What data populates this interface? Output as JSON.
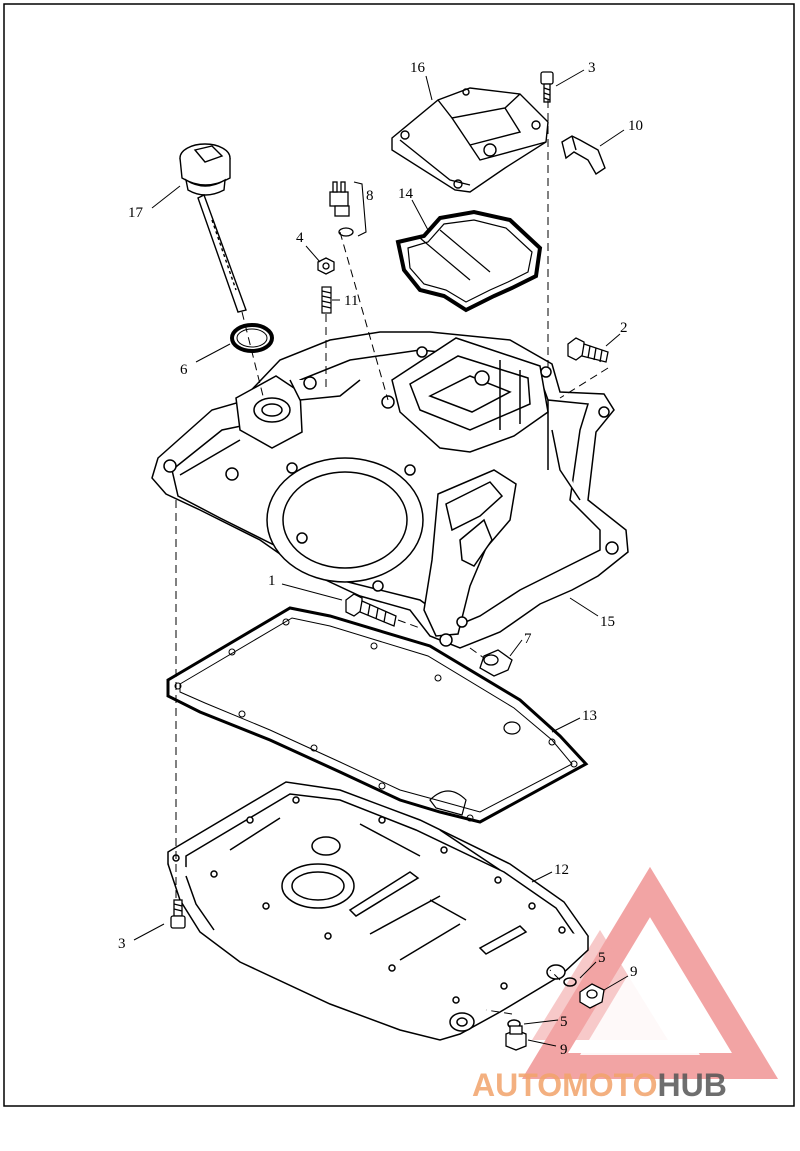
{
  "diagram": {
    "callouts": [
      {
        "id": "c16",
        "text": "16"
      },
      {
        "id": "c3a",
        "text": "3"
      },
      {
        "id": "c10",
        "text": "10"
      },
      {
        "id": "c17",
        "text": "17"
      },
      {
        "id": "c8",
        "text": "8"
      },
      {
        "id": "c14",
        "text": "14"
      },
      {
        "id": "c4",
        "text": "4"
      },
      {
        "id": "c11",
        "text": "11"
      },
      {
        "id": "c2",
        "text": "2"
      },
      {
        "id": "c6",
        "text": "6"
      },
      {
        "id": "c1",
        "text": "1"
      },
      {
        "id": "c15",
        "text": "15"
      },
      {
        "id": "c7",
        "text": "7"
      },
      {
        "id": "c13",
        "text": "13"
      },
      {
        "id": "c12",
        "text": "12"
      },
      {
        "id": "c3b",
        "text": "3"
      },
      {
        "id": "c5a",
        "text": "5"
      },
      {
        "id": "c9a",
        "text": "9"
      },
      {
        "id": "c5b",
        "text": "5"
      },
      {
        "id": "c9b",
        "text": "9"
      }
    ]
  },
  "watermark": {
    "part1": "AUTO",
    "part2": "MOTO",
    "part3": "HUB",
    "color_light": "#f2a36b",
    "color_dark": "#555555",
    "triangle_color": "#e85a5a"
  }
}
